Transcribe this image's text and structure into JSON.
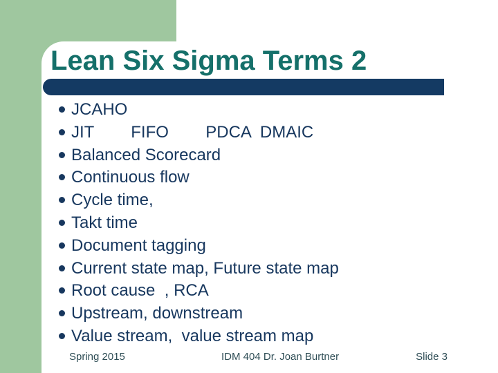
{
  "slide": {
    "title": "Lean Six Sigma Terms 2",
    "bullets": [
      "JCAHO",
      "JIT        FIFO        PDCA  DMAIC",
      "Balanced Scorecard",
      "Continuous flow",
      "Cycle time,",
      "Takt time",
      "Document tagging",
      "Current state map, Future state map",
      "Root cause  , RCA",
      "Upstream, downstream",
      "Value stream,  value stream map"
    ],
    "footer": {
      "left": "Spring 2015",
      "center": "IDM 404 Dr. Joan Burtner",
      "right": "Slide 3"
    },
    "colors": {
      "accent_green": "#9FC79F",
      "title_teal": "#15706A",
      "bar_navy": "#143A63",
      "text_navy": "#17375E",
      "footer_text": "#2E4D55"
    }
  }
}
